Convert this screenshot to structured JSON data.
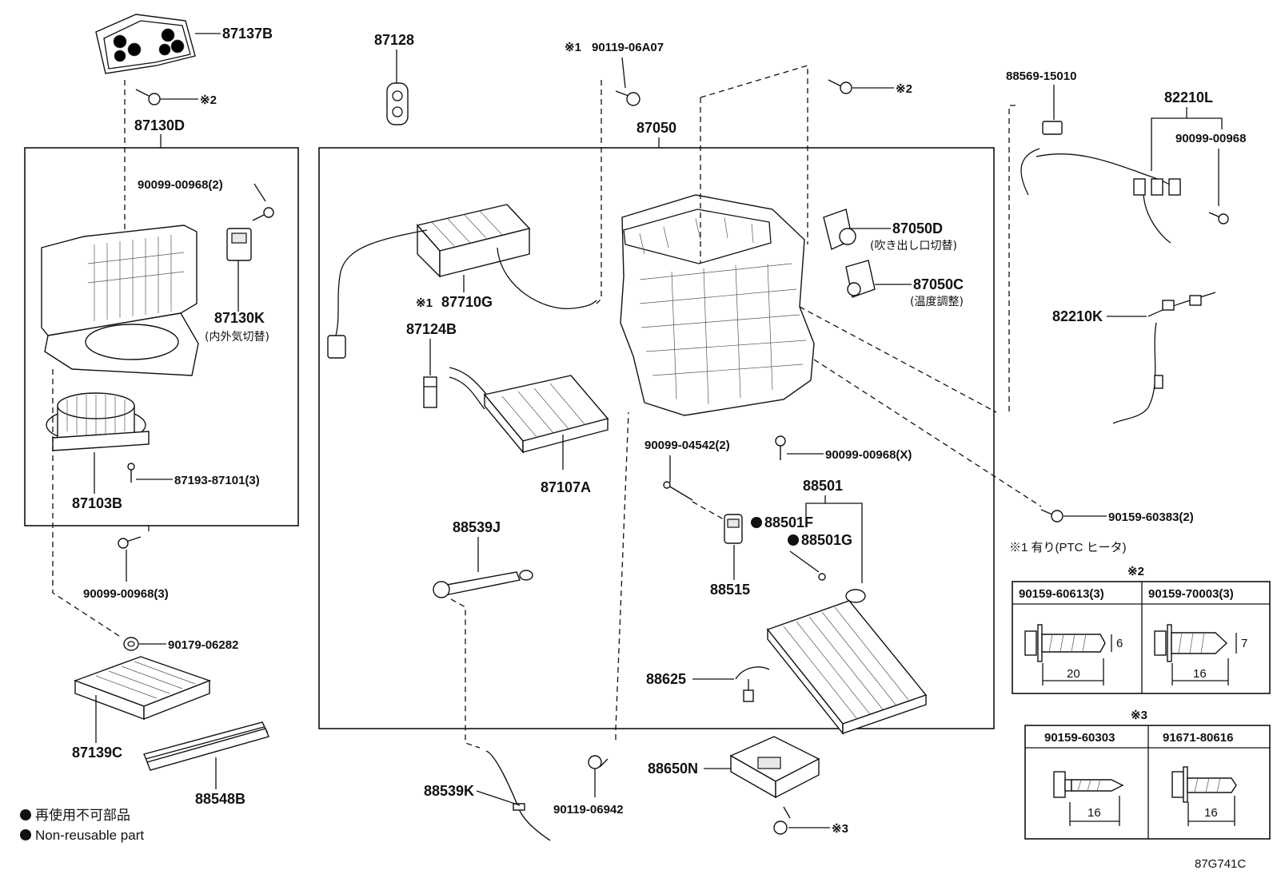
{
  "diagram": {
    "group_boxes": [
      {
        "id": "87130D",
        "label": "87130D"
      },
      {
        "id": "87050",
        "label": "87050"
      }
    ],
    "parts": [
      {
        "id": "87137B",
        "label": "87137B"
      },
      {
        "id": "87130D",
        "label": "87130D"
      },
      {
        "id": "90099-00968-2",
        "label": "90099-00968(2)"
      },
      {
        "id": "87130K",
        "label": "87130K",
        "note": "(内外気切替)"
      },
      {
        "id": "87193-87101",
        "label": "87193-87101(3)"
      },
      {
        "id": "87103B",
        "label": "87103B"
      },
      {
        "id": "90099-00968-3",
        "label": "90099-00968(3)"
      },
      {
        "id": "90179-06282",
        "label": "90179-06282"
      },
      {
        "id": "87139C",
        "label": "87139C"
      },
      {
        "id": "88548B",
        "label": "88548B"
      },
      {
        "id": "87128",
        "label": "87128"
      },
      {
        "id": "90119-06A07",
        "label": "90119-06A07",
        "prefix": "※1"
      },
      {
        "id": "87050",
        "label": "87050"
      },
      {
        "id": "87710G",
        "label": "87710G",
        "prefix": "※1"
      },
      {
        "id": "87124B",
        "label": "87124B"
      },
      {
        "id": "87107A",
        "label": "87107A"
      },
      {
        "id": "88539J",
        "label": "88539J"
      },
      {
        "id": "88539K",
        "label": "88539K"
      },
      {
        "id": "90119-06942",
        "label": "90119-06942"
      },
      {
        "id": "88650N",
        "label": "88650N"
      },
      {
        "id": "87050D",
        "label": "87050D",
        "note": "(吹き出し口切替)"
      },
      {
        "id": "87050C",
        "label": "87050C",
        "note": "(温度調整)"
      },
      {
        "id": "90099-04542",
        "label": "90099-04542(2)"
      },
      {
        "id": "90099-00968-X",
        "label": "90099-00968(X)"
      },
      {
        "id": "88501",
        "label": "88501"
      },
      {
        "id": "88501F",
        "label": "88501F"
      },
      {
        "id": "88501G",
        "label": "88501G"
      },
      {
        "id": "88515",
        "label": "88515"
      },
      {
        "id": "88625",
        "label": "88625"
      },
      {
        "id": "88569-15010",
        "label": "88569-15010"
      },
      {
        "id": "82210L",
        "label": "82210L"
      },
      {
        "id": "90099-00968",
        "label": "90099-00968"
      },
      {
        "id": "82210K",
        "label": "82210K"
      },
      {
        "id": "90159-60383",
        "label": "90159-60383(2)"
      }
    ],
    "ref_marks": {
      "note2": "※2",
      "note3": "※3"
    },
    "notes": {
      "ptc": "※1 有り(PTC ヒータ)"
    },
    "fastener_tables": [
      {
        "mark": "※2",
        "columns": [
          {
            "part": "90159-60613(3)",
            "length": "20",
            "diameter": "6"
          },
          {
            "part": "90159-70003(3)",
            "length": "16",
            "diameter": "7"
          }
        ]
      },
      {
        "mark": "※3",
        "columns": [
          {
            "part": "90159-60303",
            "length": "16"
          },
          {
            "part": "91671-80616",
            "length": "16"
          }
        ]
      }
    ],
    "legend": {
      "jp": "再使用不可部品",
      "en": "Non-reusable part"
    },
    "figure_code": "87G741C"
  }
}
